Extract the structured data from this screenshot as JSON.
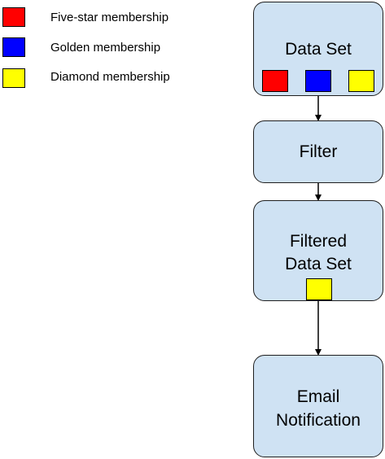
{
  "colors": {
    "red": "#ff0000",
    "blue": "#0000ff",
    "yellow": "#ffff00",
    "node_fill": "#cfe2f3"
  },
  "legend": [
    {
      "label": "Five-star membership",
      "color": "#ff0000"
    },
    {
      "label": "Golden membership",
      "color": "#0000ff"
    },
    {
      "label": "Diamond membership",
      "color": "#ffff00"
    }
  ],
  "flow": {
    "data_set": {
      "label": "Data Set",
      "chips": [
        "#ff0000",
        "#0000ff",
        "#ffff00"
      ]
    },
    "filter": {
      "label": "Filter"
    },
    "filtered": {
      "label_line1": "Filtered",
      "label_line2": "Data Set",
      "chips": [
        "#ffff00"
      ]
    },
    "email": {
      "label_line1": "Email",
      "label_line2": "Notification"
    }
  }
}
